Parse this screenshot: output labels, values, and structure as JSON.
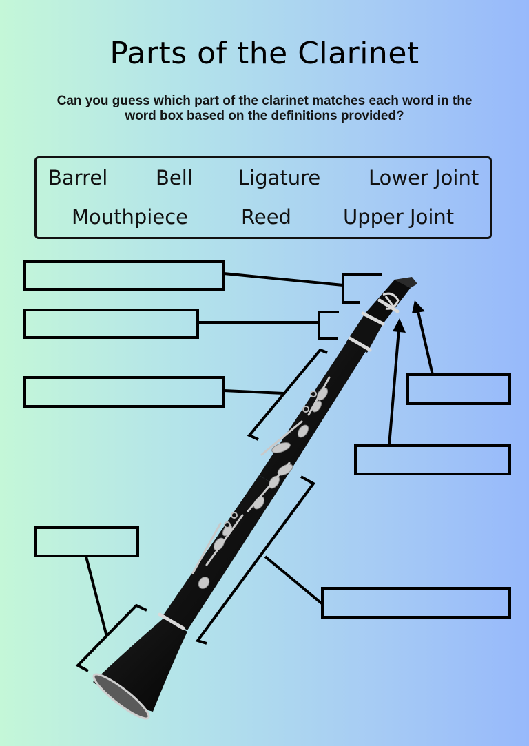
{
  "worksheet": {
    "title": "Parts of the Clarinet",
    "subtitle": "Can you guess which part of the clarinet matches each word in the word box based on the definitions provided?"
  },
  "word_box": {
    "words": [
      "Barrel",
      "Bell",
      "Ligature",
      "Lower Joint",
      "Mouthpiece",
      "Reed",
      "Upper Joint"
    ]
  },
  "answer_boxes": [
    "",
    "",
    "",
    "",
    "",
    "",
    ""
  ],
  "icons": {
    "illustration": "clarinet-illustration"
  },
  "colors": {
    "gradient_left": "#c4f7d8",
    "gradient_right": "#97b9fb",
    "ink": "#000000",
    "clarinet_body": "#0d0d0d",
    "clarinet_keys": "#c8c8c8"
  }
}
